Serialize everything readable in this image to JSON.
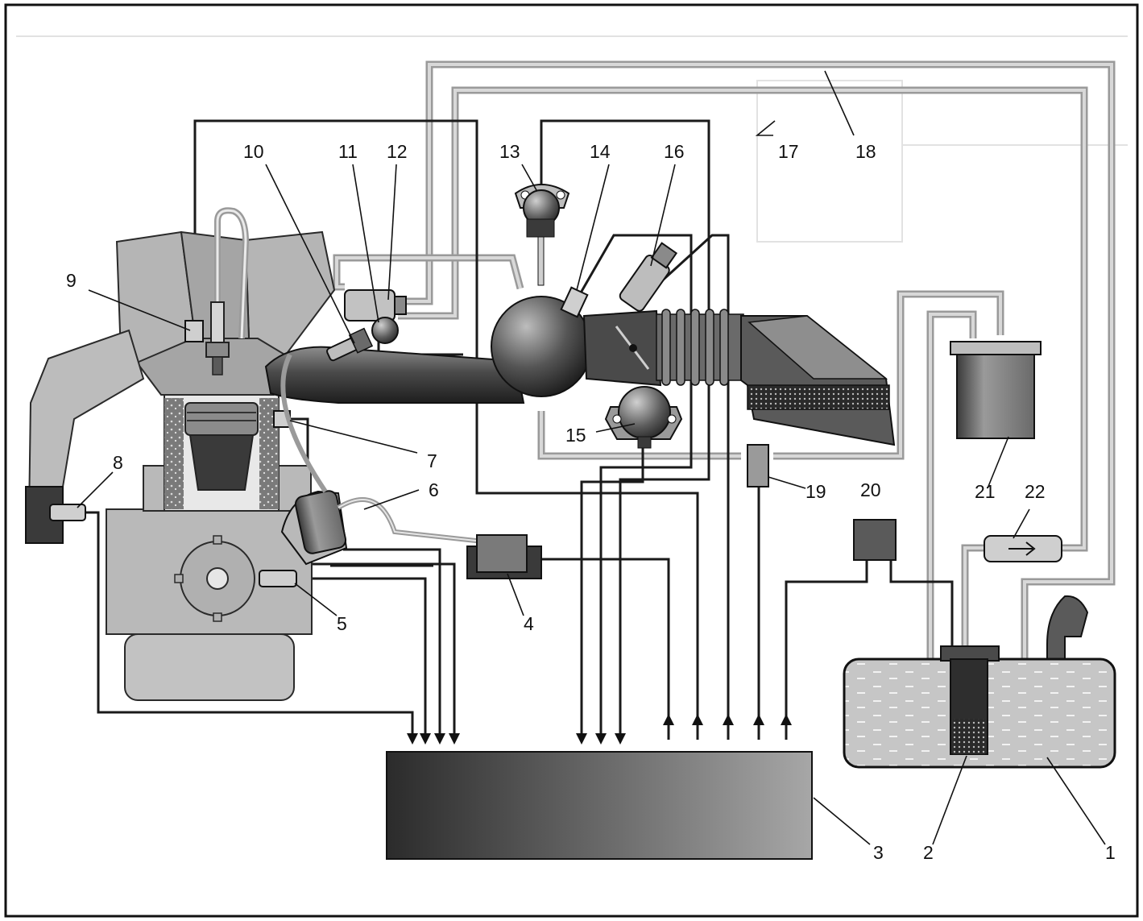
{
  "labels": {
    "n1": "1",
    "n2": "2",
    "n3": "3",
    "n4": "4",
    "n5": "5",
    "n6": "6",
    "n7": "7",
    "n8": "8",
    "n9": "9",
    "n10": "10",
    "n11": "11",
    "n12": "12",
    "n13": "13",
    "n14": "14",
    "n15": "15",
    "n16": "16",
    "n17": "17",
    "n18": "18",
    "n19": "19",
    "n20": "20",
    "n21": "21",
    "n22": "22"
  },
  "colors": {
    "frame": "#111111",
    "wire": "#1a1a1a",
    "hose": "#9a9a9a",
    "ecu_dark": "#2a2a2a",
    "ecu_light": "#8a8a8a",
    "engine_grey": "#b9b9b9",
    "fuel": "#c9c9c9"
  }
}
